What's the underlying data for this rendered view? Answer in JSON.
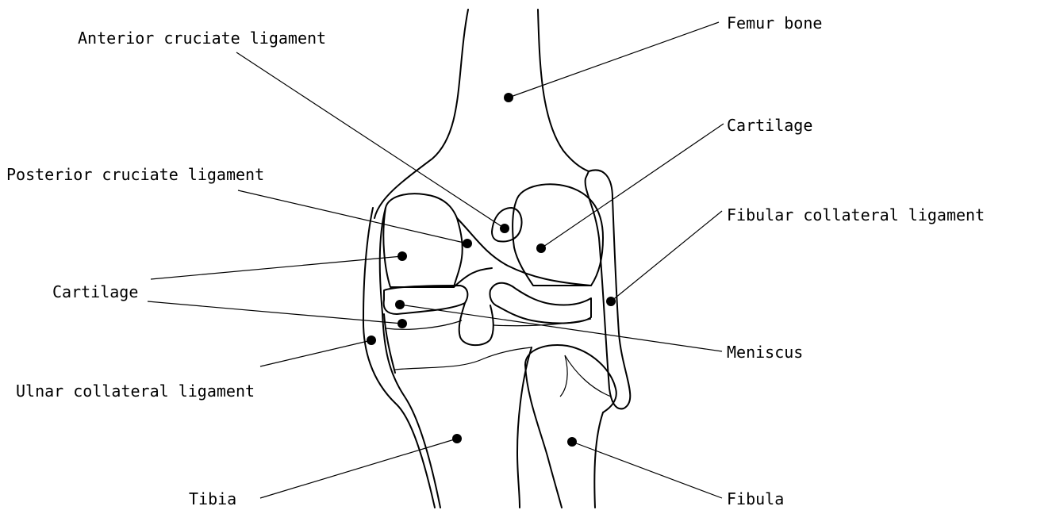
{
  "labels": {
    "femur_bone": "Femur bone",
    "anterior_cruciate_ligament": "Anterior cruciate ligament",
    "cartilage_right": "Cartilage",
    "posterior_cruciate_ligament": "Posterior cruciate ligament",
    "fibular_collateral_ligament": "Fibular collateral ligament",
    "cartilage_left": "Cartilage",
    "meniscus": "Meniscus",
    "ulnar_collateral_ligament": "Ulnar collateral ligament",
    "tibia": "Tibia",
    "fibula": "Fibula"
  }
}
